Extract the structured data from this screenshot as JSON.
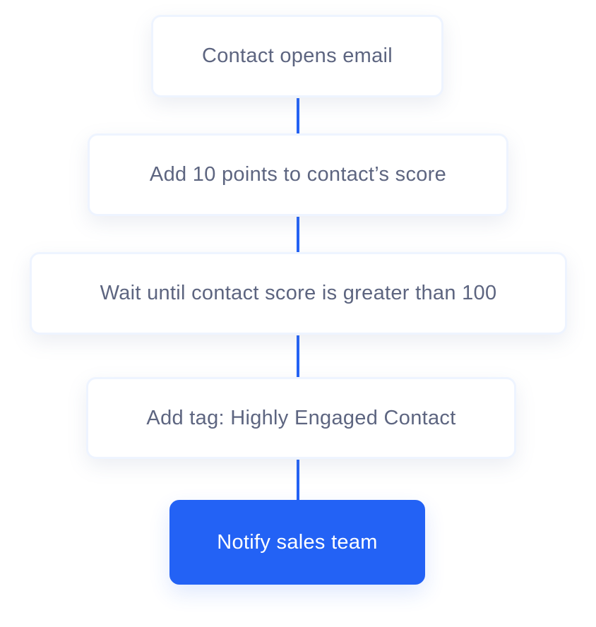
{
  "steps": [
    {
      "label": "Contact opens email"
    },
    {
      "label": "Add 10 points to contact’s score"
    },
    {
      "label": "Wait until contact score is greater than 100"
    },
    {
      "label": "Add tag: Highly Engaged Contact"
    },
    {
      "label": "Notify sales team"
    }
  ],
  "colors": {
    "accent": "#2362f5",
    "text": "#5d6580",
    "border": "#eef4ff"
  }
}
